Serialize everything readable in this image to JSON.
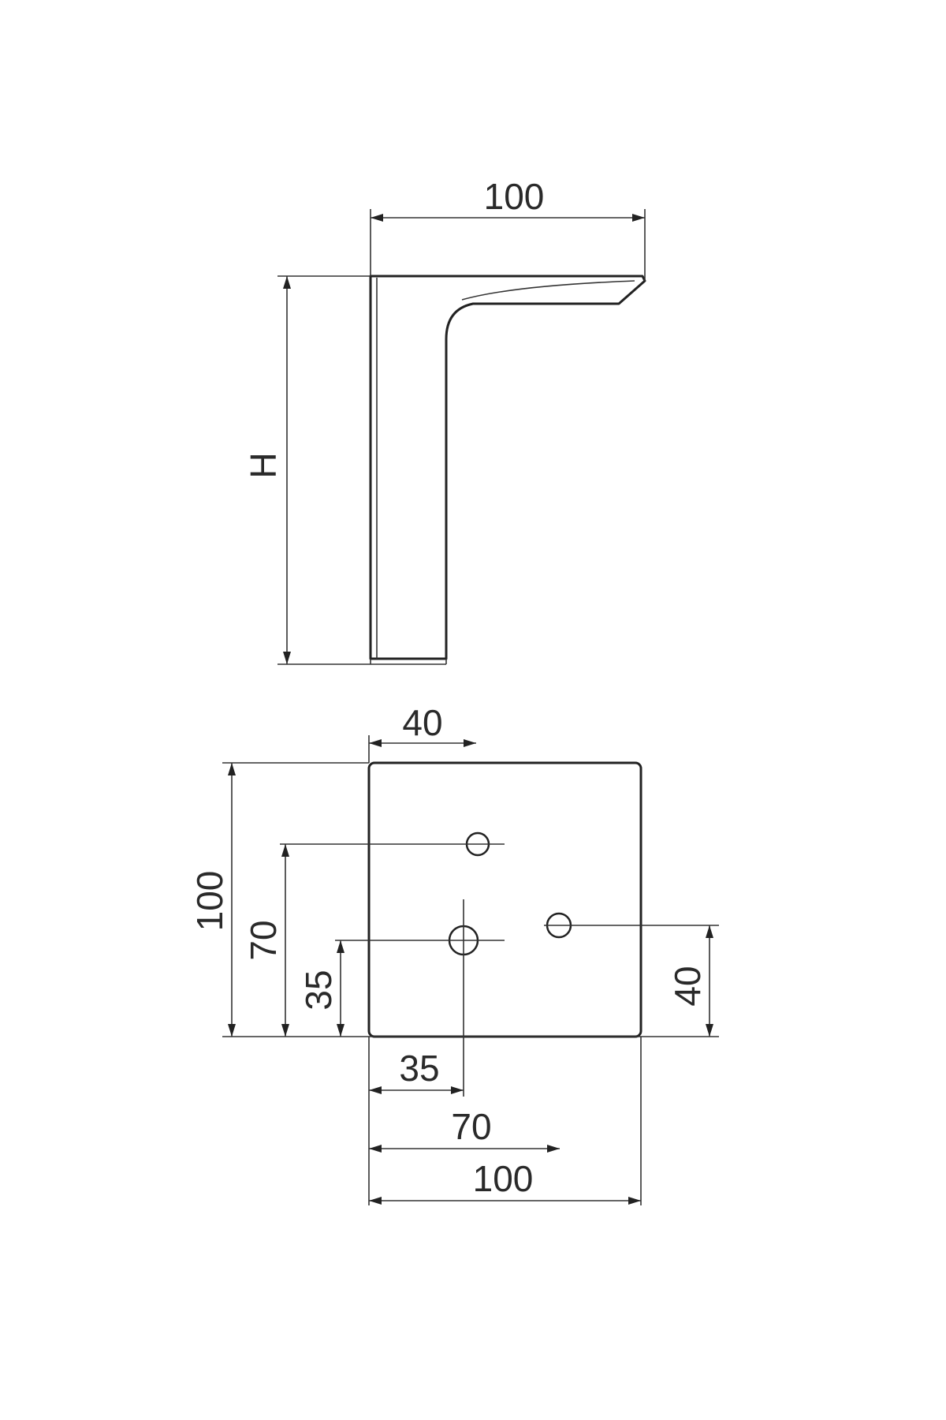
{
  "side_view": {
    "width_label": "100",
    "height_label": "H"
  },
  "top_view": {
    "dim_top_40": "40",
    "dim_left_100": "100",
    "dim_left_70": "70",
    "dim_left_35": "35",
    "dim_right_40": "40",
    "dim_bottom_35": "35",
    "dim_bottom_70": "70",
    "dim_bottom_100": "100"
  },
  "colors": {
    "line": "#222222",
    "background": "#ffffff"
  }
}
